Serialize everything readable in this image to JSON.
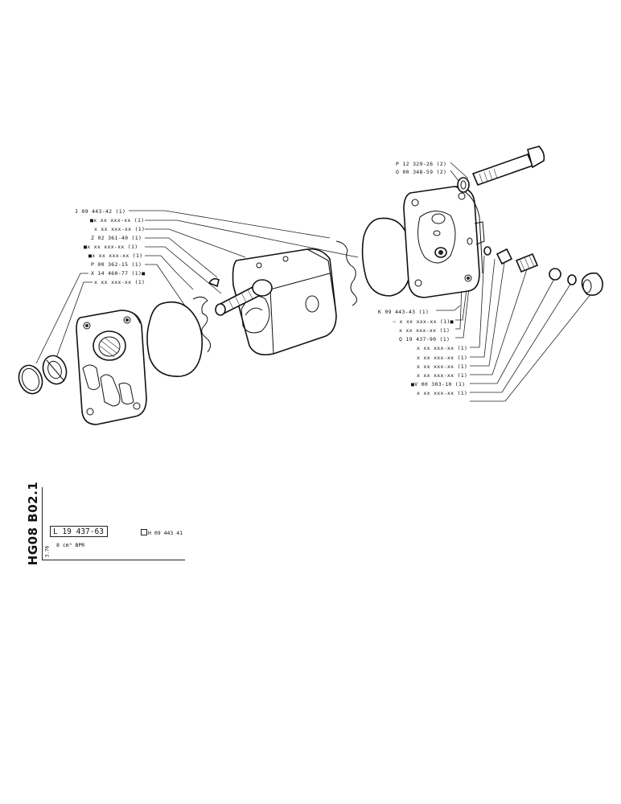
{
  "labels_left": [
    {
      "text": "J 09 443-42 (1)",
      "mark": ""
    },
    {
      "text": "x xx xxx-xx (1)",
      "mark": "■"
    },
    {
      "text": "x xx xxx-xx (1)",
      "mark": ""
    },
    {
      "text": "Z 02 361-40 (1)",
      "mark": ""
    },
    {
      "text": "x xx xxx-xx (1)",
      "mark": "■"
    },
    {
      "text": "x xx xxx-xx (1)",
      "mark": "■"
    },
    {
      "text": "P 00 362-15 (1)",
      "mark": ""
    },
    {
      "text": "X 14 460-77 (1)■",
      "mark": ""
    },
    {
      "text": "x xx xxx-xx (1)",
      "mark": ""
    }
  ],
  "labels_top_right": [
    {
      "text": "P 12 329-26 (2)"
    },
    {
      "text": "O 00 348-59 (2)"
    }
  ],
  "labels_right": [
    {
      "text": "K 09 443-43 (1)",
      "mark": ""
    },
    {
      "text": "x xx xxx-xx (1)■",
      "mark": ""
    },
    {
      "text": "x xx xxx-xx (1)",
      "mark": ""
    },
    {
      "text": "Q 19 437-90 (1)",
      "mark": ""
    },
    {
      "text": "x xx xxx-xx (1)",
      "mark": ""
    },
    {
      "text": "x xx xxx-xx (1)",
      "mark": ""
    },
    {
      "text": "x xx xxx-xx (1)",
      "mark": ""
    },
    {
      "text": "x xx xxx-xx (1)",
      "mark": ""
    },
    {
      "text": "V 00 303-10 (1)",
      "mark": "■"
    },
    {
      "text": "x xx xxx-xx (1)",
      "mark": ""
    }
  ],
  "title_block": {
    "code": "HG08 B02.1",
    "sheet": "3.76",
    "drawing_number": "L 19 437-63",
    "reference": "H 09 443 41",
    "description": "8 cm³ BPR"
  }
}
